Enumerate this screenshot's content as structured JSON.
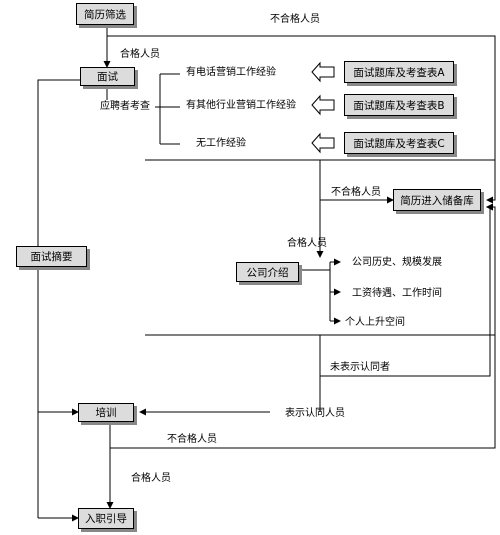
{
  "nodes": {
    "resume_screening": "简历筛选",
    "interview": "面试",
    "question_bank_a": "面试题库及考查表A",
    "question_bank_b": "面试题库及考查表B",
    "question_bank_c": "面试题库及考查表C",
    "resume_reserve": "简历进入储备库",
    "interview_summary": "面试摘要",
    "company_intro": "公司介绍",
    "training": "培训",
    "onboarding": "入职引导"
  },
  "labels": {
    "unqualified_top": "不合格人员",
    "qualified_1": "合格人员",
    "applicant_review": "应聘者考查",
    "phone_sales_exp": "有电话营销工作经验",
    "other_sales_exp": "有其他行业营销工作经验",
    "no_work_exp": "无工作经验",
    "unqualified_mid": "不合格人员",
    "qualified_2": "合格人员",
    "company_history": "公司历史、规模发展",
    "salary_hours": "工资待遇、工作时间",
    "personal_growth": "个人上升空间",
    "not_agree": "未表示认同者",
    "agree": "表示认同人员",
    "unqualified_bottom": "不合格人员",
    "qualified_3": "合格人员"
  }
}
